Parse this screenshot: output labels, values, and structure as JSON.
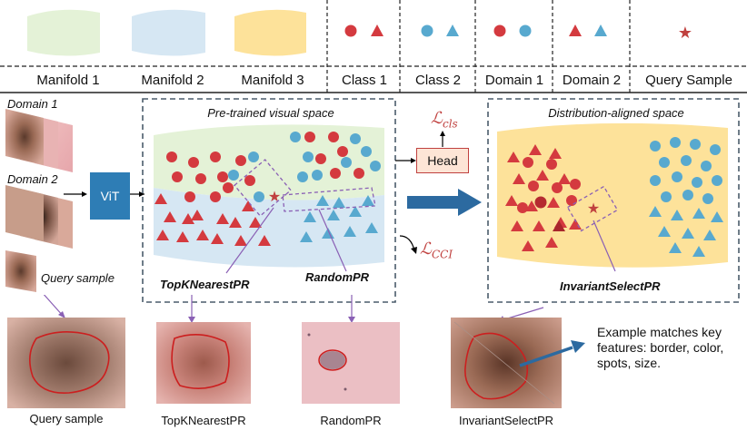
{
  "legend": {
    "items": [
      "Manifold 1",
      "Manifold 2",
      "Manifold 3",
      "Class 1",
      "Class 2",
      "Domain 1",
      "Domain 2",
      "Query Sample"
    ]
  },
  "left": {
    "domain1": "Domain 1",
    "domain2": "Domain 2",
    "query": "Query sample",
    "vit": "ViT"
  },
  "middle": {
    "title": "Pre-trained visual space",
    "topk": "TopKNearestPR",
    "random": "RandomPR",
    "head": "Head",
    "loss_cls_main": "ℒ",
    "loss_cls_sub": "cls",
    "loss_cci_main": "ℒ",
    "loss_cci_sub": "CCI"
  },
  "right": {
    "title": "Distribution-aligned space",
    "invariant": "InvariantSelectPR",
    "note": "Example matches key features: border, color, spots, size."
  },
  "bottom": {
    "captions": [
      "Query sample",
      "TopKNearestPR",
      "RandomPR",
      "InvariantSelectPR"
    ]
  },
  "colors": {
    "manifold1": "#e4f2d7",
    "manifold2": "#d6e7f3",
    "manifold3": "#fde29a",
    "class1": "#d43a3f",
    "class2": "#58a9cf",
    "vit": "#2e7db5",
    "arrow_blue": "#2c6aa0",
    "purple": "#8a60b5",
    "loss_red": "#c0413f"
  }
}
